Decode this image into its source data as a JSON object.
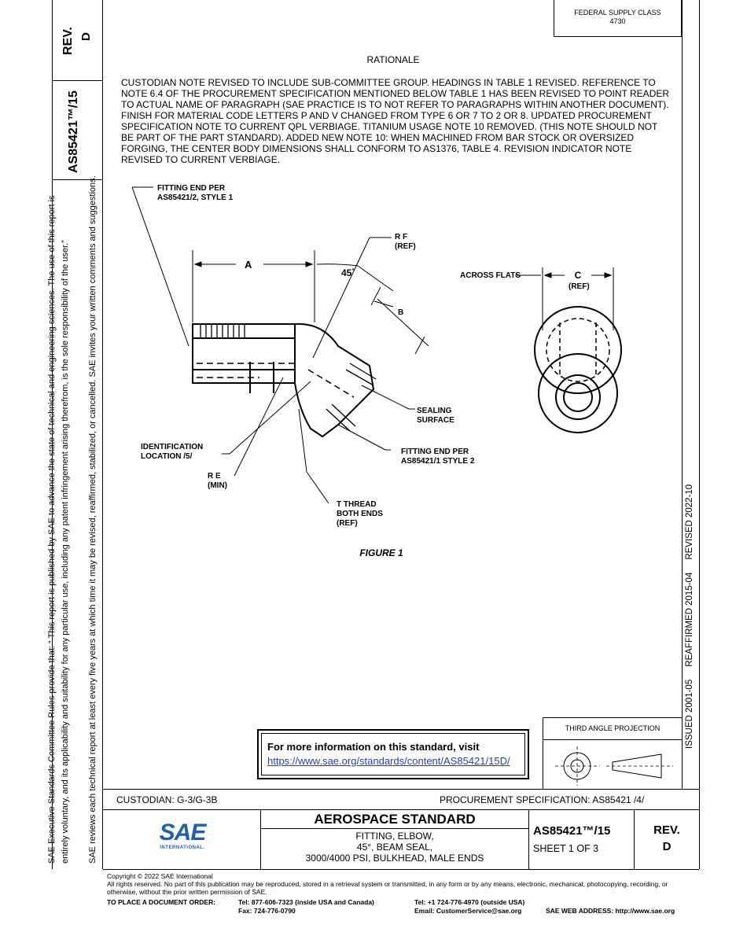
{
  "header": {
    "federal_supply_class_label": "FEDERAL SUPPLY CLASS",
    "federal_supply_class_value": "4730",
    "rev_label": "REV.",
    "rev_value": "D",
    "doc_number": "AS85421™/15"
  },
  "left_margin": {
    "line1": "SAE Executive Standards Committee Rules provide that: “  This report is published by SAE to advance the state of technical and engineering sciences. The use of this report is",
    "line2": "entirely voluntary, and its applicability and suitability for any particular use, including any patent infringement arising therefrom, is the sole responsibility of the user.”",
    "line3": "SAE reviews each technical report at least every five years at which time it may be revised, reaffirmed, stabilized, or cancelled. SAE invites your written comments and suggestions."
  },
  "right_margin": {
    "history": "ISSUED 2001-05     REAFFIRMED 2015-04     REVISED 2022-10"
  },
  "rationale": {
    "heading": "RATIONALE",
    "body": "CUSTODIAN NOTE REVISED TO INCLUDE SUB-COMMITTEE GROUP. HEADINGS IN TABLE 1 REVISED. REFERENCE TO NOTE 6.4 OF THE PROCUREMENT SPECIFICATION MENTIONED BELOW TABLE 1 HAS BEEN REVISED TO POINT READER TO ACTUAL NAME OF PARAGRAPH (SAE PRACTICE IS TO NOT REFER TO PARAGRAPHS WITHIN ANOTHER DOCUMENT). FINISH FOR MATERIAL CODE LETTERS P AND V CHANGED FROM TYPE 6 OR 7 TO 2 OR 8. UPDATED PROCUREMENT SPECIFICATION NOTE TO CURRENT QPL VERBIAGE. TITANIUM USAGE NOTE 10 REMOVED. (THIS NOTE SHOULD NOT BE PART OF THE PART STANDARD). ADDED NEW NOTE 10: WHEN MACHINED FROM BAR STOCK OR OVERSIZED FORGING, THE CENTER BODY DIMENSIONS SHALL CONFORM TO AS1376, TABLE 4. REVISION INDICATOR NOTE REVISED TO CURRENT VERBIAGE."
  },
  "figure": {
    "caption": "FIGURE 1",
    "labels": {
      "fitting_end_1_a": "FITTING END PER",
      "fitting_end_1_b": "AS85421/2, STYLE 1",
      "dim_a": "A",
      "angle": "45",
      "deg": "°",
      "rf_a": "R F",
      "rf_b": "(REF)",
      "dim_b": "B",
      "across_flats": "ACROSS FLATS",
      "dim_c": "C",
      "dim_c_ref": "(REF)",
      "sealing_a": "SEALING",
      "sealing_b": "SURFACE",
      "ident_a": "IDENTIFICATION",
      "ident_b": "LOCATION  /5/",
      "fitting_end_2_a": "FITTING END PER",
      "fitting_end_2_b": "AS85421/1 STYLE 2",
      "re_a": "R E",
      "re_b": "(MIN)",
      "thread_a": "T THREAD",
      "thread_b": "BOTH ENDS",
      "thread_c": "(REF)"
    }
  },
  "info_box": {
    "text": "For more information on this standard, visit",
    "url": "https://www.sae.org/standards/content/AS85421/15D/"
  },
  "projection": {
    "label": "THIRD ANGLE PROJECTION"
  },
  "title_block": {
    "custodian": "CUSTODIAN: G-3/G-3B",
    "procurement": "PROCUREMENT SPECIFICATION: AS85421 /4/",
    "standard_type": "AEROSPACE STANDARD",
    "title_l1": "FITTING, ELBOW,",
    "title_l2": "45°, BEAM SEAL,",
    "title_l3": "3000/4000 PSI, BULKHEAD, MALE ENDS",
    "doc_number": "AS85421™/15",
    "sheet": "SHEET 1 OF 3",
    "rev_label": "REV.",
    "rev_value": "D",
    "logo_letters": "SAE",
    "logo_sub": "INTERNATIONAL."
  },
  "footer": {
    "copyright": "Copyright © 2022 SAE International",
    "rights": "All rights reserved. No part of this publication may be reproduced, stored in a retrieval system or transmitted, in any form or by any means, electronic, mechanical, photocopying, recording, or otherwise, without the prior written permission of SAE.",
    "order_label": "TO PLACE A DOCUMENT ORDER:",
    "tel_us": "Tel: 877-606-7323 (inside USA and Canada)",
    "fax": "Fax: 724-776-0790",
    "tel_intl": "Tel: +1 724-776-4970 (outside USA)",
    "email": "Email: CustomerService@sae.org",
    "web": "SAE WEB ADDRESS: http://www.sae.org"
  },
  "colors": {
    "link": "#1f3fbf",
    "sae_blue": "#1a5fb4"
  }
}
